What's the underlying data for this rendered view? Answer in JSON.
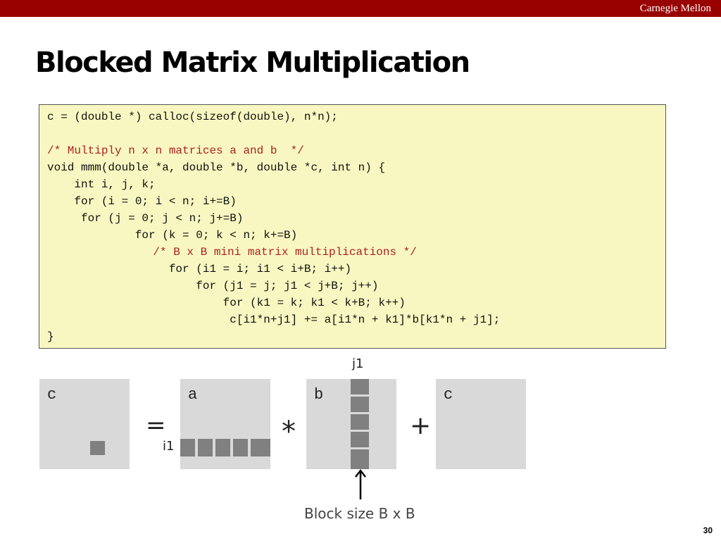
{
  "header": {
    "institution": "Carnegie Mellon"
  },
  "slide": {
    "title": "Blocked Matrix Multiplication",
    "page_number": "30"
  },
  "code": {
    "lines": [
      "c = (double *) calloc(sizeof(double), n*n);",
      "",
      "/* Multiply n x n matrices a and b  */",
      "void mmm(double *a, double *b, double *c, int n) {",
      "    int i, j, k;",
      "    for (i = 0; i < n; i+=B)",
      "     for (j = 0; j < n; j+=B)",
      "             for (k = 0; k < n; k+=B)",
      "         /* B x B mini matrix multiplications */",
      "                  for (i1 = i; i1 < i+B; i++)",
      "                      for (j1 = j; j1 < j+B; j++)",
      "                          for (k1 = k; k1 < k+B; k++)",
      "                           c[i1*n+j1] += a[i1*n + k1]*b[k1*n + j1];",
      "}"
    ]
  },
  "diagram": {
    "matrices": [
      "c",
      "a",
      "b",
      "c"
    ],
    "operators": {
      "equals": "=",
      "times": "*",
      "plus": "+"
    },
    "labels": {
      "row": "i1",
      "column": "j1"
    },
    "caption": "Block size B x B"
  }
}
